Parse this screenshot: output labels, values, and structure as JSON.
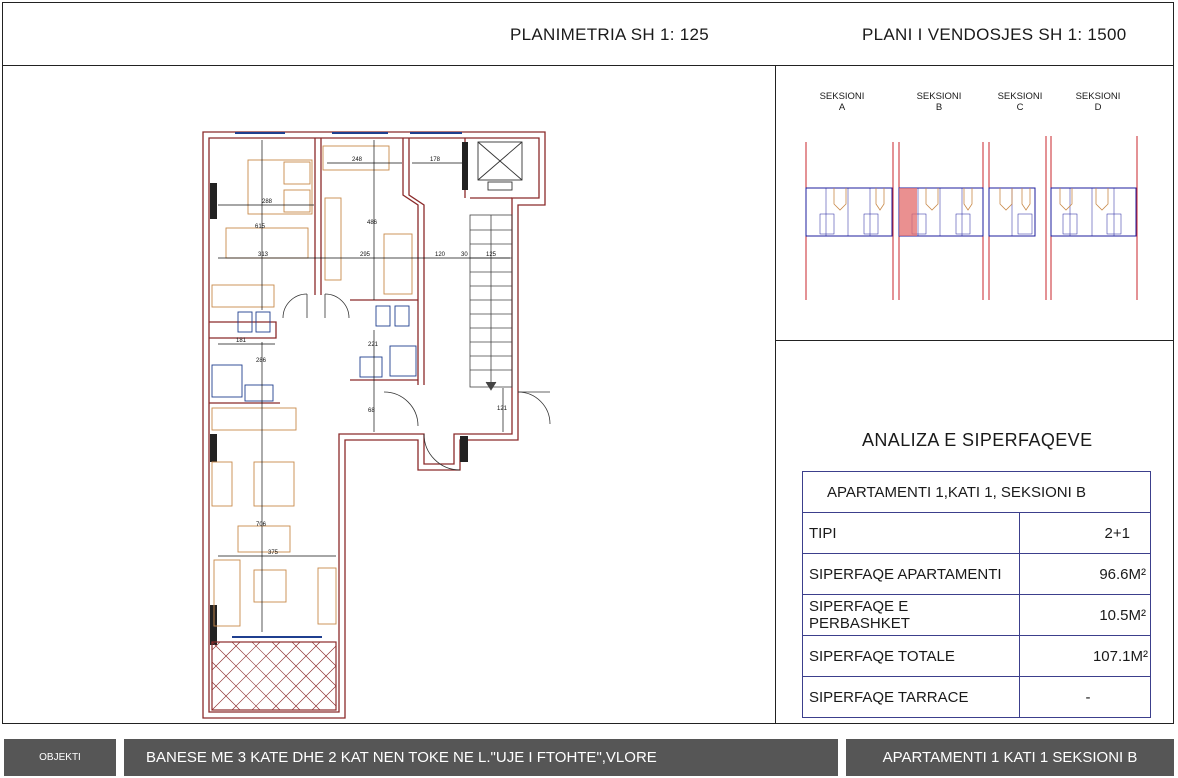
{
  "header": {
    "plan_title": "PLANIMETRIA  SH 1: 125",
    "site_title": "PLANI I VENDOSJES SH 1: 1500"
  },
  "floor_plan": {
    "dimensions": [
      "288",
      "615",
      "248",
      "178",
      "486",
      "313",
      "295",
      "120",
      "30",
      "125",
      "181",
      "286",
      "221",
      "68",
      "121",
      "706",
      "375"
    ]
  },
  "site_plan": {
    "sections": [
      {
        "line1": "SEKSIONI",
        "line2": "A"
      },
      {
        "line1": "SEKSIONI",
        "line2": "B"
      },
      {
        "line1": "SEKSIONI",
        "line2": "C"
      },
      {
        "line1": "SEKSIONI",
        "line2": "D"
      }
    ],
    "highlight_color": "#e36b6b",
    "wall_color": "#c8242b",
    "block_color": "#1c1c9c"
  },
  "analysis": {
    "title": "ANALIZA E SIPERFAQEVE",
    "header": "APARTAMENTI  1,KATI 1, SEKSIONI B",
    "rows": [
      {
        "label": "TIPI",
        "value": "2+1"
      },
      {
        "label": "SIPERFAQE APARTAMENTI",
        "value": "96.6M²"
      },
      {
        "label": "SIPERFAQE E PERBASHKET",
        "value": "10.5M²"
      },
      {
        "label": "SIPERFAQE TOTALE",
        "value": "107.1M²"
      },
      {
        "label": "SIPERFAQE TARRACE",
        "value": "-"
      }
    ]
  },
  "footer": {
    "object_label": "OBJEKTI",
    "object_name": "BANESE ME 3 KATE DHE 2 KAT NEN TOKE NE L.\"UJE I FTOHTE\",VLORE",
    "apartment": "APARTAMENTI  1 KATI 1 SEKSIONI B"
  },
  "colors": {
    "wall": "#8b2a2a",
    "furniture": "#c98a4a",
    "fixture": "#1f3f8f",
    "bar": "#565656"
  }
}
